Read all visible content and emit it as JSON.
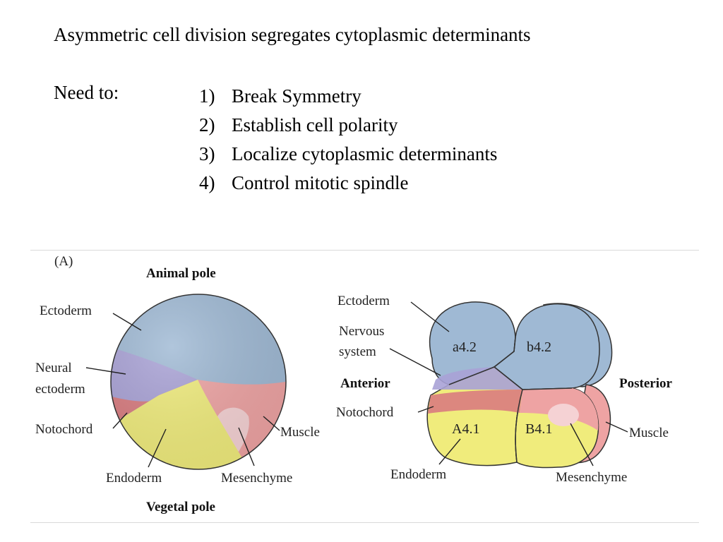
{
  "slide": {
    "title": "Asymmetric cell division segregates cytoplasmic determinants",
    "need_label": "Need to:",
    "items": [
      {
        "num": "1)",
        "text": "Break Symmetry"
      },
      {
        "num": "2)",
        "text": "Establish cell polarity"
      },
      {
        "num": "3)",
        "text": "Localize cytoplasmic determinants"
      },
      {
        "num": "4)",
        "text": "Control mitotic spindle"
      }
    ]
  },
  "figure": {
    "panel_label": "(A)",
    "colors": {
      "ectoderm": "#9fb9d4",
      "neural_ectoderm": "#a9a2d6",
      "notochord": "#d97c80",
      "endoderm": "#f0ec7c",
      "muscle": "#eea3a3",
      "mesenchyme": "#f5d2d4"
    },
    "left": {
      "animal_pole": "Animal pole",
      "vegetal_pole": "Vegetal pole",
      "ectoderm": "Ectoderm",
      "neural_1": "Neural",
      "neural_2": "ectoderm",
      "notochord": "Notochord",
      "endoderm": "Endoderm",
      "mesenchyme": "Mesenchyme",
      "muscle": "Muscle"
    },
    "right": {
      "ectoderm": "Ectoderm",
      "nervous_1": "Nervous",
      "nervous_2": "system",
      "anterior": "Anterior",
      "posterior": "Posterior",
      "notochord": "Notochord",
      "endoderm": "Endoderm",
      "mesenchyme": "Mesenchyme",
      "muscle": "Muscle",
      "cells": {
        "a42": "a4.2",
        "b42": "b4.2",
        "A41": "A4.1",
        "B41": "B4.1"
      }
    }
  }
}
